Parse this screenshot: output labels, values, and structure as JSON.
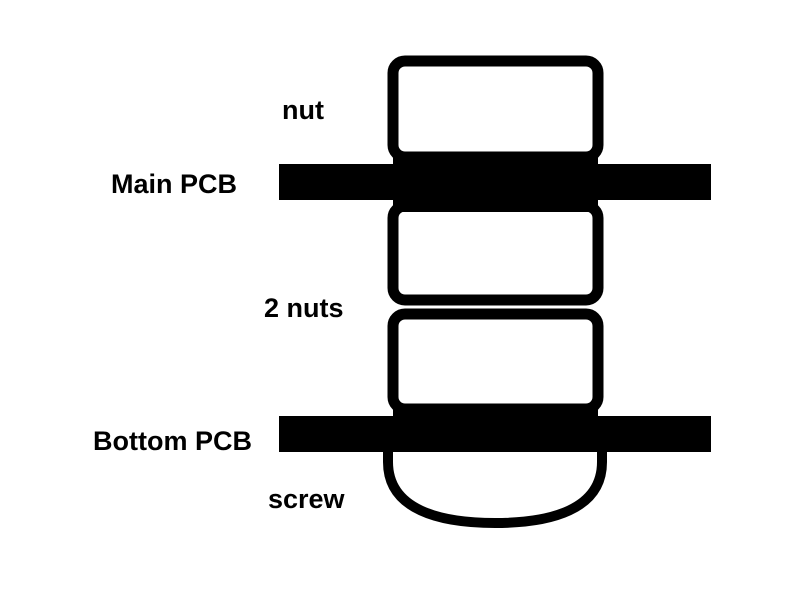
{
  "diagram": {
    "labels": {
      "nut": "nut",
      "main_pcb": "Main PCB",
      "two_nuts": "2 nuts",
      "bottom_pcb": "Bottom PCB",
      "screw": "screw"
    }
  },
  "colors": {
    "ink": "#000000",
    "background": "#ffffff"
  }
}
